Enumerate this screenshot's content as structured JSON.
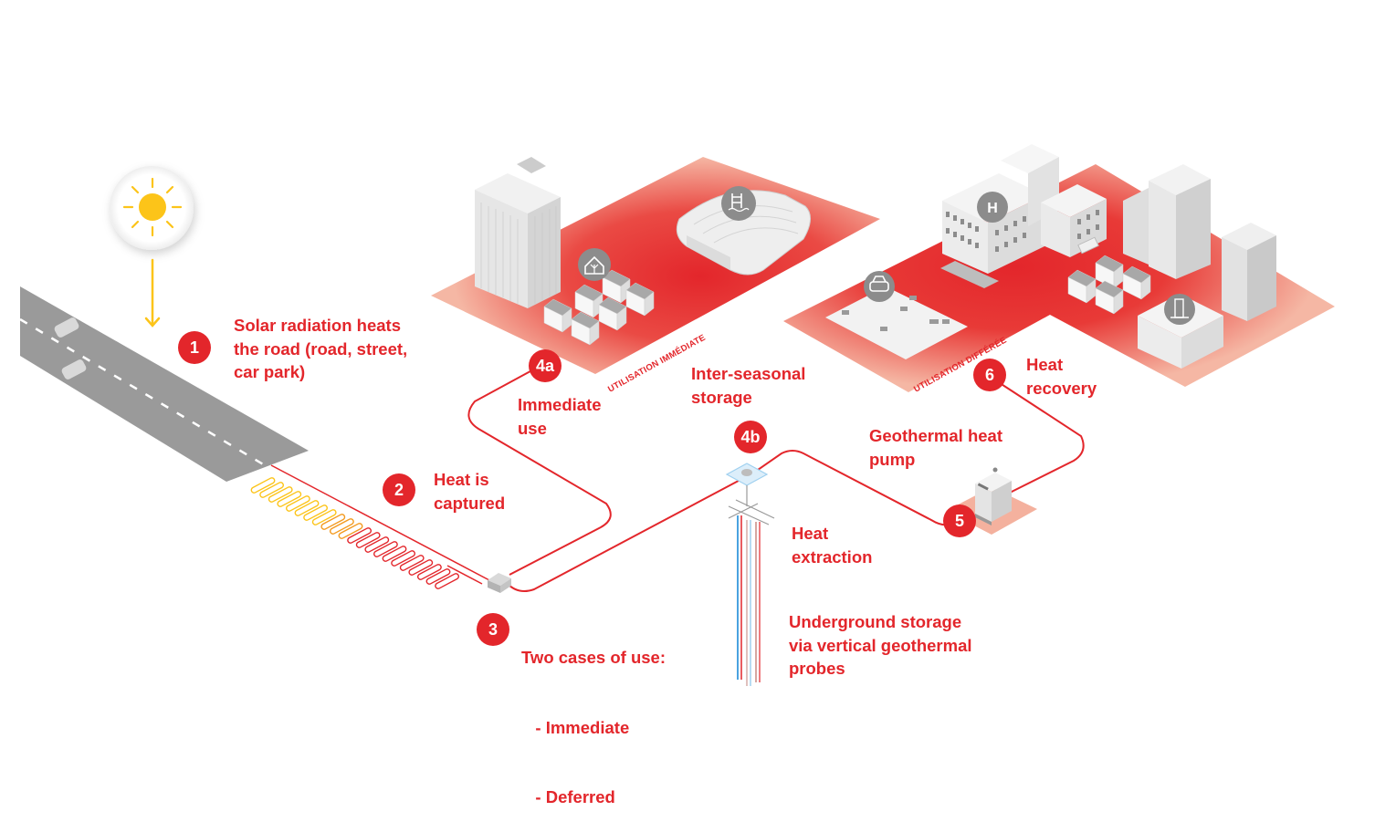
{
  "colors": {
    "accent_red": "#e3262b",
    "salmon": "#f4b19e",
    "sun_yellow": "#fcc419",
    "road_gray": "#9a9a9a",
    "building_gray": "#e6e6e6",
    "icon_gray": "#8c8c8c",
    "probe_blue": "#5aa9e6"
  },
  "zones": {
    "immediate": "UTILISATION  IMMÉDIATE",
    "deferred": "UTILISATION DIFFÉRÉE"
  },
  "steps": [
    {
      "badge": "1",
      "lines": [
        "Solar radiation heats",
        "the road (road, street,",
        "car park)"
      ]
    },
    {
      "badge": "2",
      "lines": [
        "Heat is",
        "captured"
      ]
    },
    {
      "badge": "3",
      "lines": [
        "Two cases of use:",
        "   - Immediate",
        "   - Deferred"
      ]
    },
    {
      "badge": "4a",
      "lines": [
        "Immediate",
        "use"
      ]
    },
    {
      "badge": "4b",
      "lines": [
        "Inter-seasonal",
        "storage"
      ]
    },
    {
      "badge": "5",
      "lines": [
        "Geothermal heat",
        "pump"
      ]
    },
    {
      "badge": "6",
      "lines": [
        "Heat",
        "recovery"
      ]
    }
  ],
  "extra_labels": {
    "heat_extraction": [
      "Heat",
      "extraction"
    ],
    "underground_storage": [
      "Underground storage",
      "via vertical geothermal",
      "probes"
    ]
  },
  "icons": {
    "sun": "sun-icon",
    "house": "eco-house-icon",
    "pool": "swimming-pool-icon",
    "hospital": "hospital-H-icon",
    "hospital_letter": "H",
    "car": "car-icon",
    "office": "office-building-icon"
  }
}
